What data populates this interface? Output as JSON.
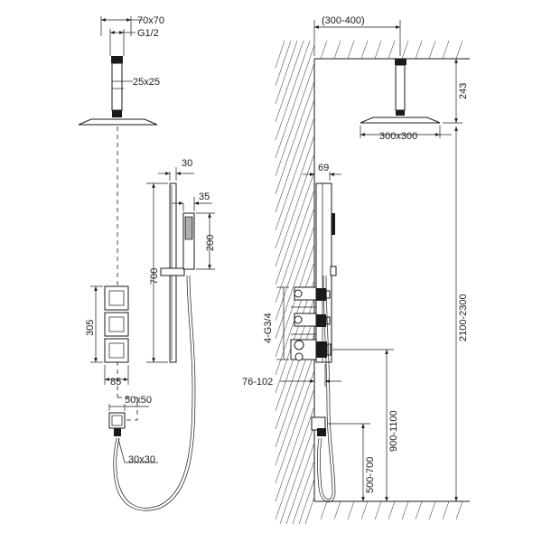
{
  "colors": {
    "line": "#1a1a1a",
    "background": "#ffffff",
    "hatch": "#555555"
  },
  "front_view": {
    "head_top": "70x70",
    "thread": "G1/2",
    "arm_section": "25x25",
    "rail_width": "30",
    "handshower_width": "35",
    "handshower_length": "200",
    "rail_length": "700",
    "panel_height": "305",
    "panel_width": "85",
    "outlet_size": "50x50",
    "outlet_plate": "30x30"
  },
  "side_view": {
    "wall_offset": "(300-400)",
    "arm_drop": "243",
    "head_size": "300x300",
    "rail_depth": "69",
    "connections": "4-G3/4",
    "total_height": "2100-2300",
    "recess_depth": "76-102",
    "valve_height": "900-1100",
    "outlet_height": "500-700"
  }
}
